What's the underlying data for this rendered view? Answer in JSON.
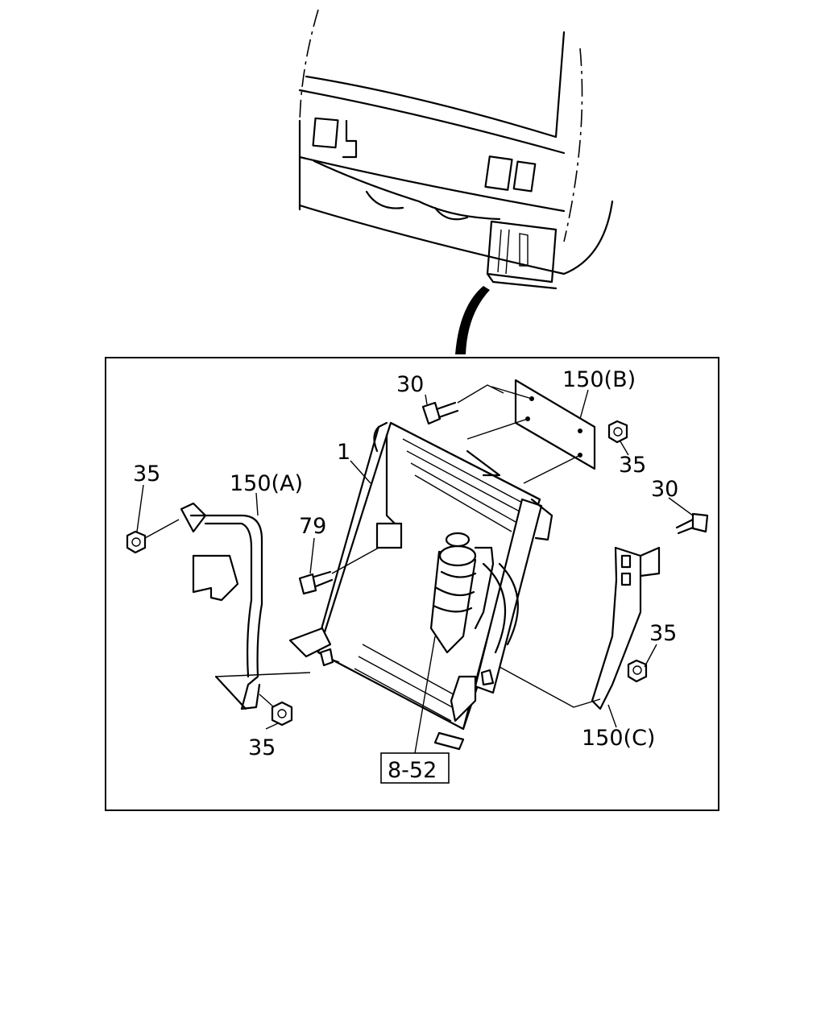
{
  "labels": {
    "callout_1": "1",
    "callout_30_top": "30",
    "callout_30_right": "30",
    "callout_35_topleft": "35",
    "callout_35_topright": "35",
    "callout_35_right": "35",
    "callout_35_bottom": "35",
    "callout_79": "79",
    "callout_150a": "150(A)",
    "callout_150b": "150(B)",
    "callout_150c": "150(C)",
    "reference_box": "8-52"
  },
  "colors": {
    "line": "#000000",
    "background": "#ffffff"
  },
  "icons": [
    "vehicle-front-view",
    "condenser-assembly",
    "receiver-dryer",
    "bracket",
    "bolt",
    "nut"
  ]
}
